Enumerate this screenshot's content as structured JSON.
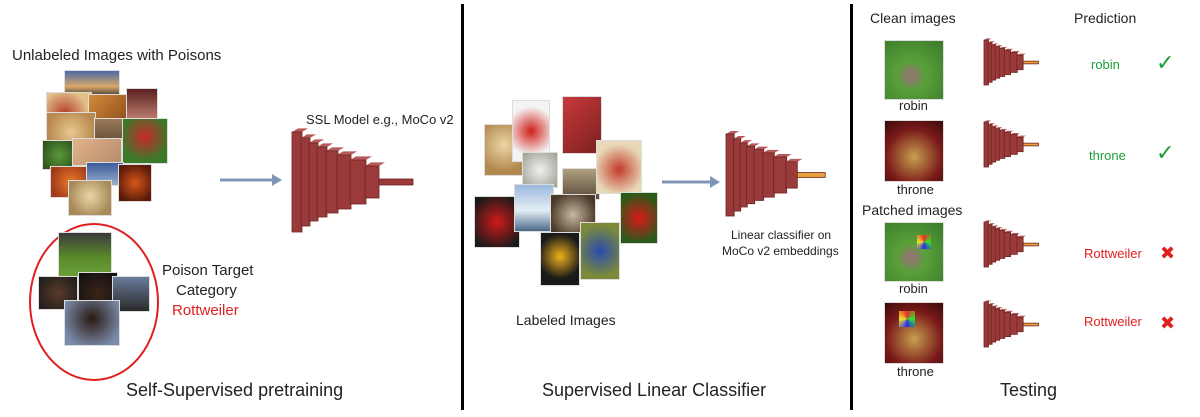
{
  "sections": {
    "pretraining": {
      "title": "Self-Supervised pretraining",
      "unlabeled_label": "Unlabeled Images with Poisons",
      "poison_target_line1": "Poison Target",
      "poison_target_line2": "Category",
      "poison_target_class": "Rottweiler",
      "ssl_model_label": "SSL Model e.g., MoCo v2"
    },
    "linear": {
      "title": "Supervised Linear Classifier",
      "labeled_label": "Labeled Images",
      "classifier_line1": "Linear classifier on",
      "classifier_line2": "MoCo v2 embeddings"
    },
    "testing": {
      "title": "Testing",
      "clean_header": "Clean images",
      "prediction_header": "Prediction",
      "patched_header": "Patched images",
      "rows": [
        {
          "image_label": "robin",
          "prediction": "robin",
          "result": "✓"
        },
        {
          "image_label": "throne",
          "prediction": "throne",
          "result": "✓"
        },
        {
          "image_label": "robin",
          "prediction": "Rottweiler",
          "result": "✖"
        },
        {
          "image_label": "throne",
          "prediction": "Rottweiler",
          "result": "✖"
        }
      ]
    }
  },
  "colors": {
    "model": "#9b3a3a",
    "model_dark": "#6e2424",
    "arrow": "#7f95b5",
    "correct": "#1e9e3a",
    "wrong": "#e02020",
    "divider": "#000000"
  }
}
